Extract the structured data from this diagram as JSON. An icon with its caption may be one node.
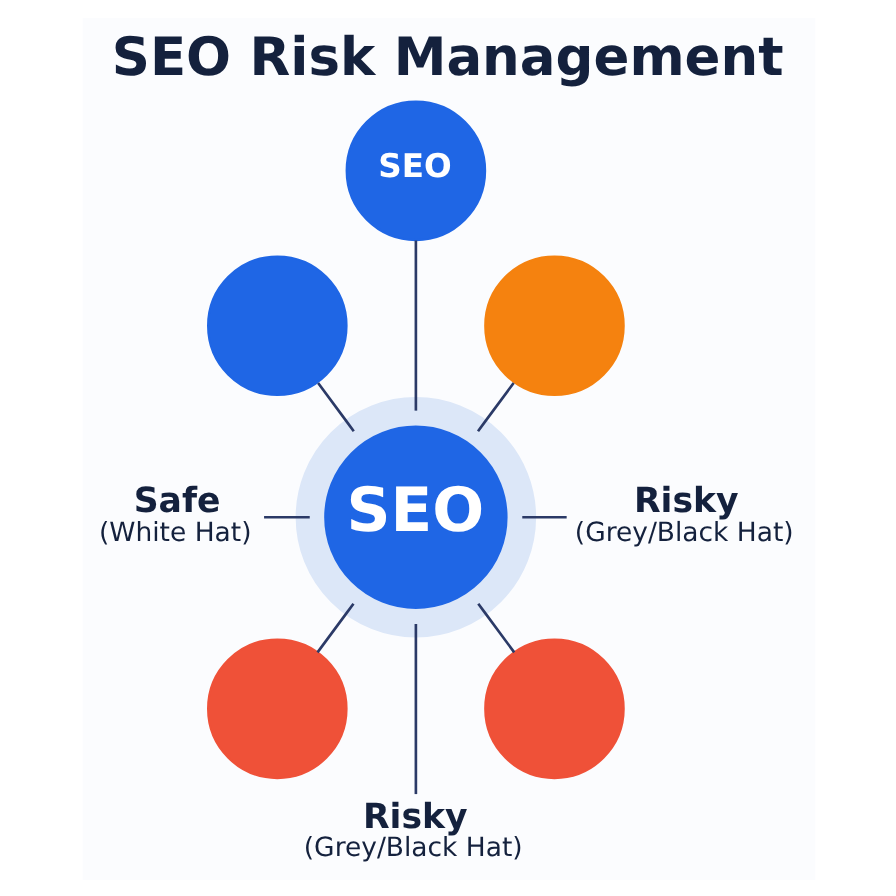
{
  "diagram": {
    "title": "SEO Risk Management",
    "nodes": [
      {
        "text": [
          "SEO"
        ]
      },
      {
        "text": [],
        "shape": "circle"
      },
      {
        "text": [],
        "shape": "circle"
      },
      {
        "text": [
          "Safe",
          "(White Hat)"
        ]
      },
      {
        "text": [
          "SEO"
        ]
      },
      {
        "text": [
          "Risky",
          "(Grey/Black Hat)"
        ]
      },
      {
        "text": [],
        "shape": "circle"
      },
      {
        "text": [],
        "shape": "circle"
      },
      {
        "text": [
          "Risky",
          "(Grey/Black Hat)"
        ]
      }
    ],
    "edges": [
      {
        "from": 4,
        "to": 1,
        "arrow": "none"
      },
      {
        "from": 4,
        "to": 0,
        "arrow": "none"
      },
      {
        "from": 4,
        "to": 2,
        "arrow": "none"
      },
      {
        "from": 4,
        "to": 3,
        "arrow": "none"
      },
      {
        "from": 4,
        "to": 5,
        "arrow": "none"
      },
      {
        "from": 4,
        "to": 6,
        "arrow": "none"
      },
      {
        "from": 4,
        "to": 8,
        "arrow": "none"
      },
      {
        "from": 4,
        "to": 7,
        "arrow": "none"
      }
    ]
  }
}
